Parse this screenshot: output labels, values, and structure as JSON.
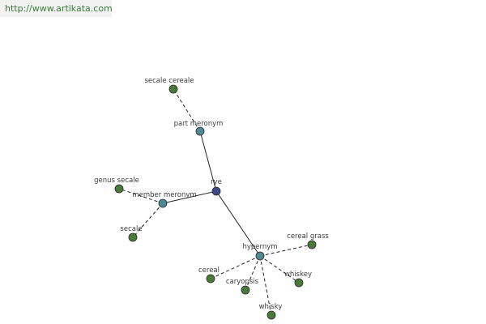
{
  "banner": {
    "url": "http://www.artikata.com"
  },
  "colors": {
    "root": "#3c4a8c",
    "relation": "#4d8a92",
    "leaf": "#4a7a3a",
    "node_stroke": "#2a2a2a",
    "edge": "#222222"
  },
  "graph": {
    "nodes": [
      {
        "id": "rye",
        "label": "rye",
        "kind": "root"
      },
      {
        "id": "part_meronym",
        "label": "part meronym",
        "kind": "relation"
      },
      {
        "id": "member_meronym",
        "label": "member meronym",
        "kind": "relation"
      },
      {
        "id": "hypernym",
        "label": "hypernym",
        "kind": "relation"
      },
      {
        "id": "secale_cereale",
        "label": "secale cereale",
        "kind": "leaf"
      },
      {
        "id": "genus_secale",
        "label": "genus secale",
        "kind": "leaf"
      },
      {
        "id": "secale",
        "label": "secale",
        "kind": "leaf"
      },
      {
        "id": "cereal_grass",
        "label": "cereal grass",
        "kind": "leaf"
      },
      {
        "id": "cereal",
        "label": "cereal",
        "kind": "leaf"
      },
      {
        "id": "caryopsis",
        "label": "caryopsis",
        "kind": "leaf"
      },
      {
        "id": "whiskey",
        "label": "whiskey",
        "kind": "leaf"
      },
      {
        "id": "whisky",
        "label": "whisky",
        "kind": "leaf"
      }
    ],
    "edges": [
      {
        "from": "rye",
        "to": "part_meronym",
        "style": "solid"
      },
      {
        "from": "rye",
        "to": "member_meronym",
        "style": "solid"
      },
      {
        "from": "rye",
        "to": "hypernym",
        "style": "solid"
      },
      {
        "from": "part_meronym",
        "to": "secale_cereale",
        "style": "dashed"
      },
      {
        "from": "member_meronym",
        "to": "genus_secale",
        "style": "dashed"
      },
      {
        "from": "member_meronym",
        "to": "secale",
        "style": "dashed"
      },
      {
        "from": "hypernym",
        "to": "cereal_grass",
        "style": "dashed"
      },
      {
        "from": "hypernym",
        "to": "cereal",
        "style": "dashed"
      },
      {
        "from": "hypernym",
        "to": "caryopsis",
        "style": "dashed"
      },
      {
        "from": "hypernym",
        "to": "whiskey",
        "style": "dashed"
      },
      {
        "from": "hypernym",
        "to": "whisky",
        "style": "dashed"
      }
    ]
  }
}
